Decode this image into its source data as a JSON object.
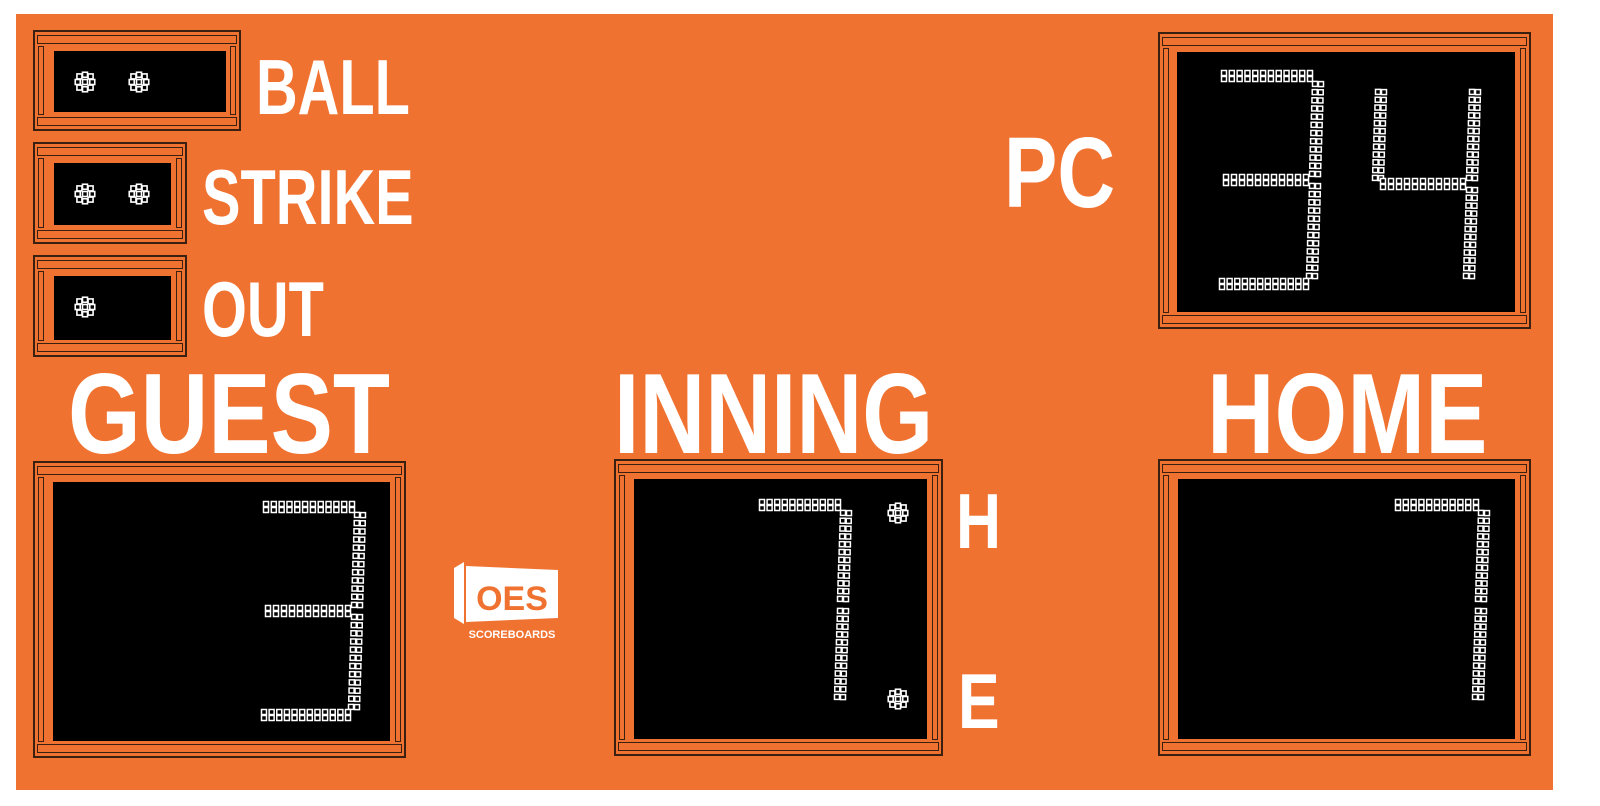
{
  "board": {
    "background_color": "#F07230",
    "label_color": "#FFFFFF",
    "display_color": "#000000",
    "lamp_color": "#FFFFFF"
  },
  "count": {
    "ball_label": "BALL",
    "ball_value": 2,
    "strike_label": "STRIKE",
    "strike_value": 2,
    "out_label": "OUT",
    "out_value": 1
  },
  "pitch_count": {
    "label": "PC",
    "value": "34"
  },
  "guest": {
    "label": "GUEST",
    "score": "3"
  },
  "inning": {
    "label": "INNING",
    "value": "7",
    "hit_label": "H",
    "error_label": "E",
    "hit_lamp_on": true,
    "error_lamp_on": true
  },
  "home": {
    "label": "HOME",
    "score": "7"
  },
  "logo": {
    "brand": "OES",
    "subtitle": "SCOREBOARDS"
  }
}
